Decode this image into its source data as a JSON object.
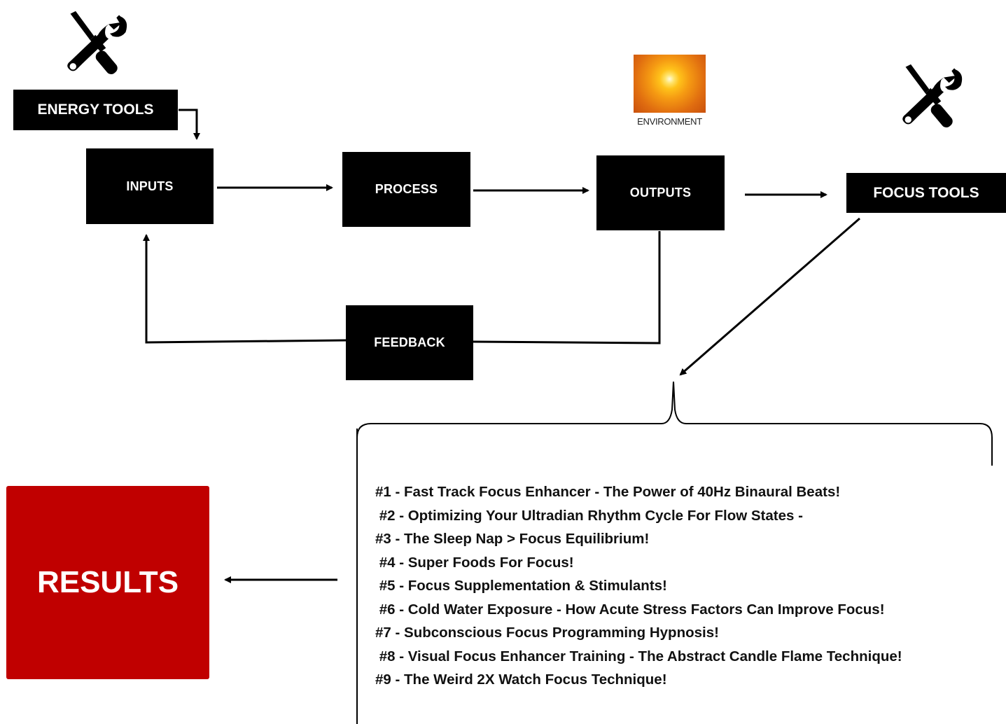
{
  "diagram": {
    "energy_tools": "ENERGY TOOLS",
    "inputs": "INPUTS",
    "process": "PROCESS",
    "outputs": "OUTPUTS",
    "feedback": "FEEDBACK",
    "focus_tools": "FOCUS TOOLS",
    "environment": "ENVIRONMENT",
    "results": "RESULTS"
  },
  "focus_list": [
    "#1 - Fast Track Focus Enhancer - The Power of 40Hz Binaural Beats!",
    " #2 - Optimizing Your Ultradian Rhythm Cycle For Flow States -",
    "#3 - The Sleep Nap > Focus Equilibrium!",
    " #4 - Super Foods For Focus!",
    " #5 - Focus Supplementation & Stimulants!",
    " #6 - Cold Water Exposure - How Acute Stress Factors Can Improve Focus!",
    "#7 - Subconscious Focus Programming Hypnosis!",
    " #8 - Visual Focus Enhancer Training - The Abstract Candle Flame Technique!",
    "#9 - The Weird 2X Watch Focus Technique!"
  ],
  "icons": [
    "tools-icon",
    "tools-icon",
    "environment-sun-icon"
  ],
  "colors": {
    "results_bg": "#c00000",
    "box_bg": "#000000"
  }
}
